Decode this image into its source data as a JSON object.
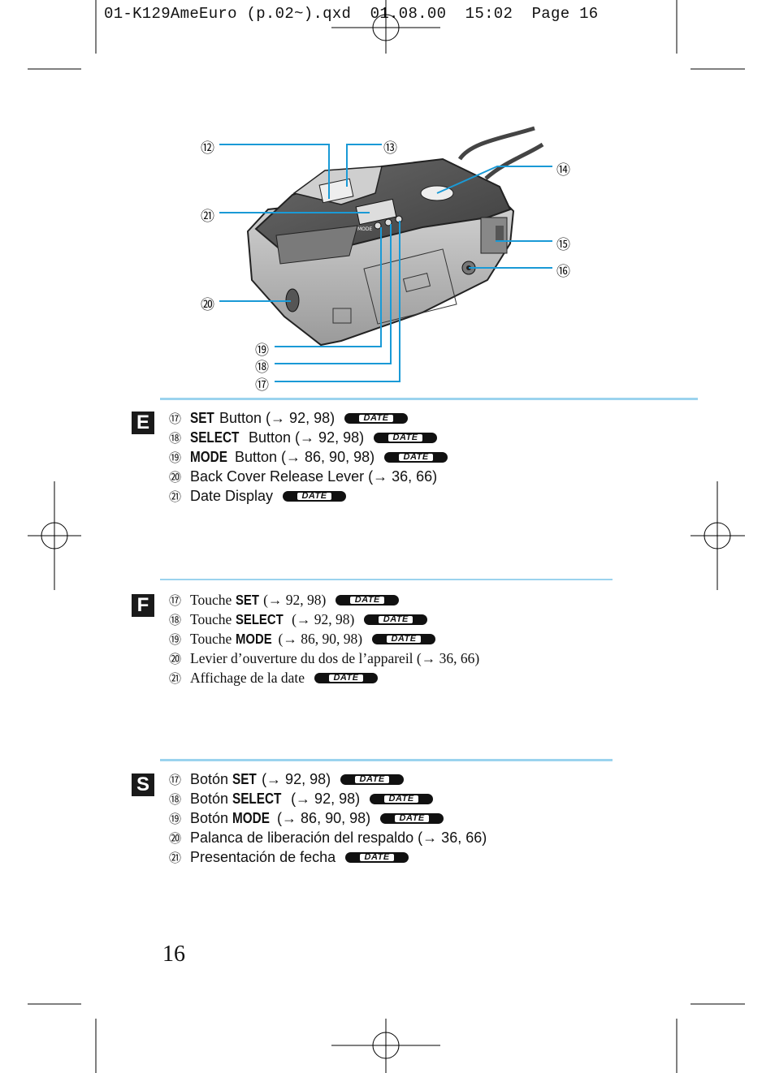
{
  "header": {
    "text": "01-K129AmeEuro (p.02~).qxd  01.08.00  15:02  Page 16"
  },
  "diagram": {
    "callouts": {
      "c12": "⑫",
      "c13": "⑬",
      "c14": "⑭",
      "c15": "⑮",
      "c16": "⑯",
      "c17": "⑰",
      "c18": "⑱",
      "c19": "⑲",
      "c20": "⑳",
      "c21": "㉑"
    },
    "camera_text": "MODE"
  },
  "badge_text": "DATE",
  "english": {
    "lang": "E",
    "items": [
      {
        "num": "⑰",
        "kw": "SET",
        "text": " Button (→ 92, 98)",
        "badge": true
      },
      {
        "num": "⑱",
        "kw": "SELECT",
        "text": " Button (→ 92, 98)",
        "badge": true
      },
      {
        "num": "⑲",
        "kw": "MODE",
        "text": " Button (→ 86, 90, 98)",
        "badge": true
      },
      {
        "num": "⑳",
        "kw": "",
        "text": "Back Cover Release Lever (→ 36, 66)",
        "badge": false
      },
      {
        "num": "㉑",
        "kw": "",
        "text": "Date Display",
        "badge": true
      }
    ]
  },
  "french": {
    "lang": "F",
    "items": [
      {
        "num": "⑰",
        "pre": "Touche ",
        "kw": "SET",
        "text": " (→ 92, 98)",
        "badge": true
      },
      {
        "num": "⑱",
        "pre": "Touche ",
        "kw": "SELECT",
        "text": " (→ 92, 98)",
        "badge": true
      },
      {
        "num": "⑲",
        "pre": "Touche ",
        "kw": "MODE",
        "text": " (→ 86, 90, 98)",
        "badge": true
      },
      {
        "num": "⑳",
        "pre": "",
        "kw": "",
        "text": "Levier d’ouverture du dos de l’appareil (→ 36, 66)",
        "badge": false
      },
      {
        "num": "㉑",
        "pre": "",
        "kw": "",
        "text": "Affichage de la date",
        "badge": true
      }
    ]
  },
  "spanish": {
    "lang": "S",
    "items": [
      {
        "num": "⑰",
        "pre": "Botón ",
        "kw": "SET",
        "text": " (→ 92, 98)",
        "badge": true
      },
      {
        "num": "⑱",
        "pre": "Botón ",
        "kw": "SELECT",
        "text": " (→ 92, 98)",
        "badge": true
      },
      {
        "num": "⑲",
        "pre": "Botón ",
        "kw": "MODE",
        "text": " (→ 86, 90, 98)",
        "badge": true
      },
      {
        "num": "⑳",
        "pre": "",
        "kw": "",
        "text": "Palanca de liberación del respaldo (→ 36, 66)",
        "badge": false
      },
      {
        "num": "㉑",
        "pre": "",
        "kw": "",
        "text": "Presentación de fecha",
        "badge": true
      }
    ]
  },
  "page_number": "16",
  "colors": {
    "callout_line": "#1a9ad6",
    "rule": "#9bd3ee"
  }
}
